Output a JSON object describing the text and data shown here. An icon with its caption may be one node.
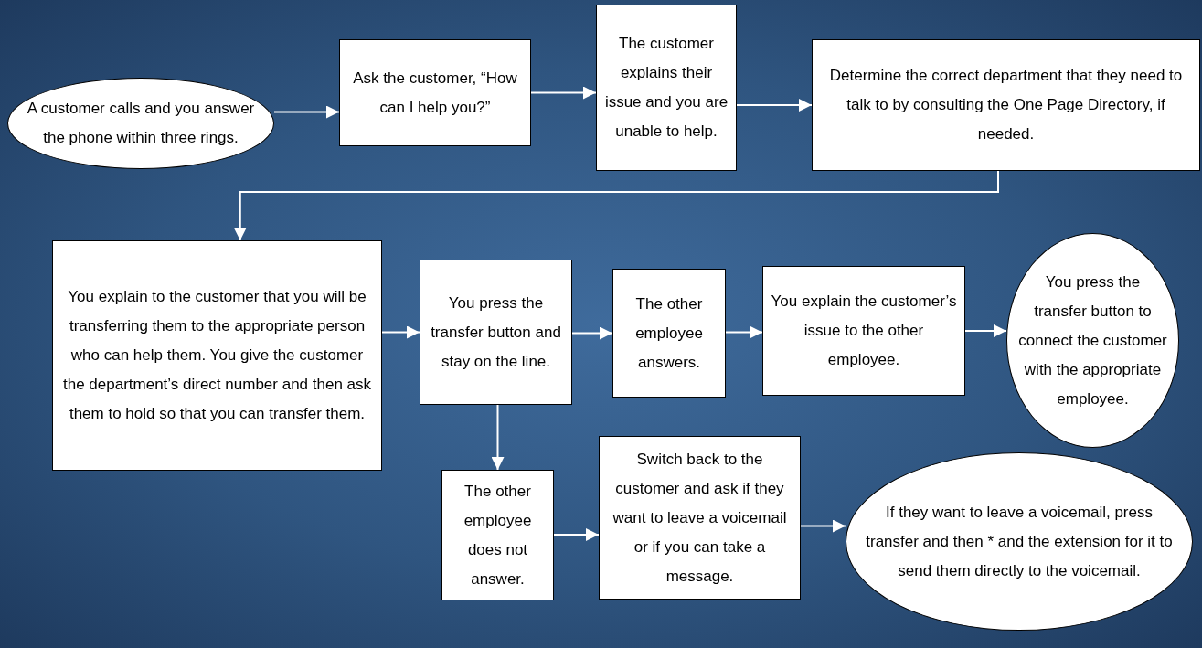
{
  "diagram": {
    "nodes": [
      {
        "text": [
          "A customer calls and you answer the phone within three rings."
        ]
      },
      {
        "text": [
          "Ask the customer, “How can I help you?”"
        ]
      },
      {
        "text": [
          "The customer explains their issue and you are unable to help."
        ]
      },
      {
        "text": [
          "Determine the correct department that they need to talk to by consulting the One Page Directory, if needed."
        ]
      },
      {
        "text": [
          "You explain to the customer that you will be transferring them to the appropriate person who can help them. You give the customer the department’s direct number and then ask them to hold so that you can transfer them."
        ]
      },
      {
        "text": [
          "You press the transfer button and stay on the line."
        ]
      },
      {
        "text": [
          "The other employee answers."
        ]
      },
      {
        "text": [
          "You explain the customer’s issue to the other employee."
        ]
      },
      {
        "text": [
          "You press the transfer button to connect the customer with the appropriate employee."
        ]
      },
      {
        "text": [
          "The other employee does not answer."
        ]
      },
      {
        "text": [
          "Switch back to the customer and ask if they want to leave a voicemail or if you can take a message."
        ]
      },
      {
        "text": [
          "If they want to leave a voicemail, press transfer and then * and the extension for it to send them directly to the voicemail."
        ]
      }
    ],
    "edges": [
      {
        "from": 0,
        "to": 1,
        "arrow": "to"
      },
      {
        "from": 1,
        "to": 2,
        "arrow": "to"
      },
      {
        "from": 2,
        "to": 3,
        "arrow": "to"
      },
      {
        "from": 3,
        "to": 4,
        "arrow": "to"
      },
      {
        "from": 4,
        "to": 5,
        "arrow": "to"
      },
      {
        "from": 5,
        "to": 6,
        "arrow": "to"
      },
      {
        "from": 6,
        "to": 7,
        "arrow": "to"
      },
      {
        "from": 7,
        "to": 8,
        "arrow": "to"
      },
      {
        "from": 5,
        "to": 9,
        "arrow": "to"
      },
      {
        "from": 9,
        "to": 10,
        "arrow": "to"
      },
      {
        "from": 10,
        "to": 11,
        "arrow": "to"
      }
    ]
  }
}
